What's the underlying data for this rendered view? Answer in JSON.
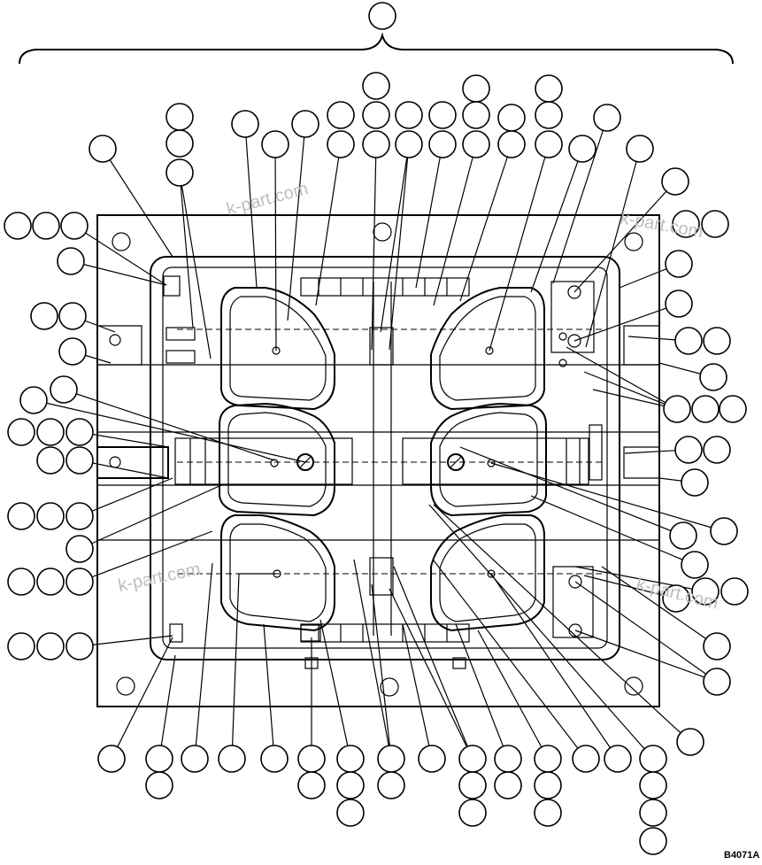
{
  "figure": {
    "code": "B4071A",
    "watermarks": [
      "k-part.com",
      "k-part.com",
      "k-part.com",
      "k-part.com"
    ]
  }
}
